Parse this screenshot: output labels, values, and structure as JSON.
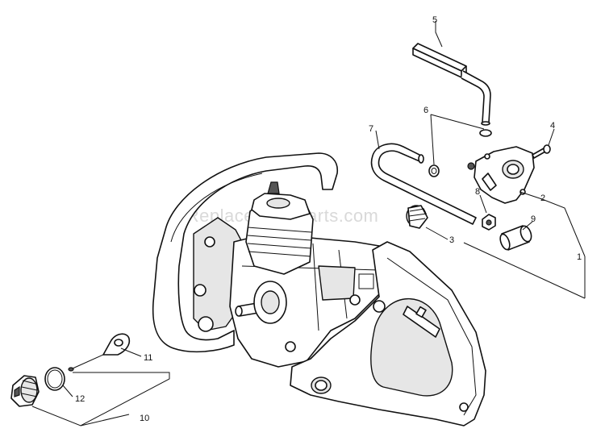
{
  "watermark": "eReplacementParts.com",
  "callouts": [
    {
      "id": "c1",
      "text": "1"
    },
    {
      "id": "c2",
      "text": "2"
    },
    {
      "id": "c3",
      "text": "3"
    },
    {
      "id": "c4",
      "text": "4"
    },
    {
      "id": "c5",
      "text": "5"
    },
    {
      "id": "c6",
      "text": "6"
    },
    {
      "id": "c7",
      "text": "7"
    },
    {
      "id": "c8",
      "text": "8"
    },
    {
      "id": "c9",
      "text": "9"
    },
    {
      "id": "c10",
      "text": "10"
    },
    {
      "id": "c11",
      "text": "11"
    },
    {
      "id": "c12",
      "text": "12"
    }
  ]
}
